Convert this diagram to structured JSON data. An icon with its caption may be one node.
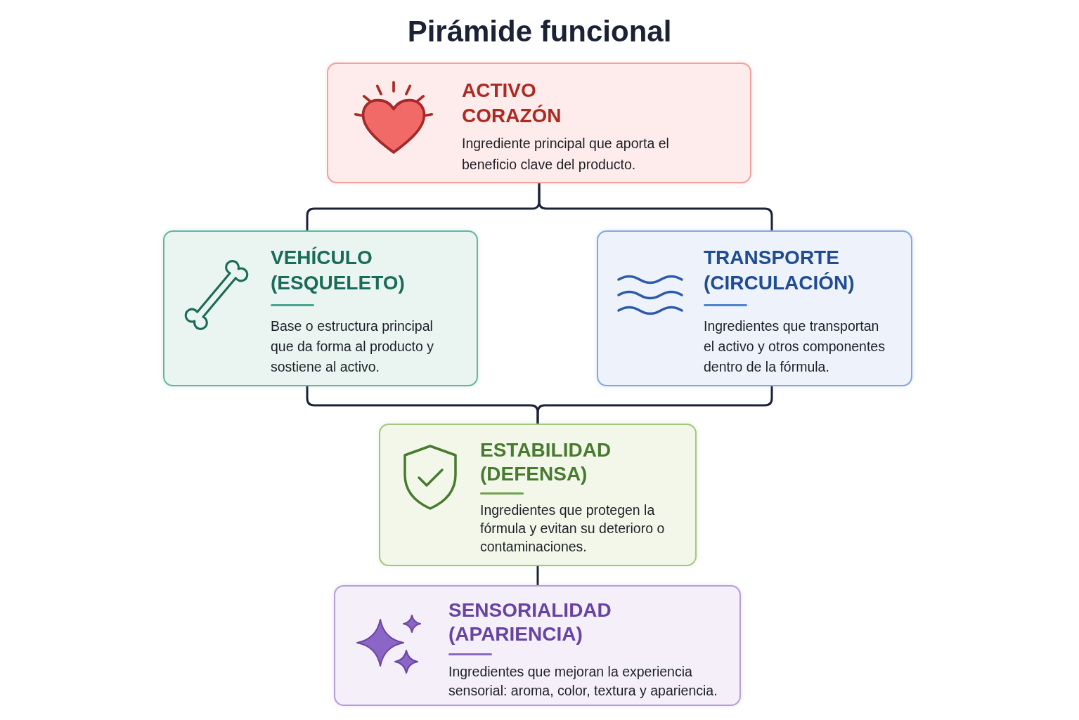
{
  "diagram": {
    "title": "Pirámide funcional",
    "nodes": [
      {
        "text": [
          "ACTIVO CORAZÓN",
          "Ingrediente principal que aporta el beneficio clave del producto."
        ]
      },
      {
        "text": [
          "VEHÍCULO (ESQUELETO)",
          "Base o estructura principal que da forma al producto y sostiene al activo."
        ]
      },
      {
        "text": [
          "TRANSPORTE (CIRCULACIÓN)",
          "Ingredientes que transportan el activo y otros componentes dentro de la fórmula."
        ]
      },
      {
        "text": [
          "ESTABILIDAD (DEFENSA)",
          "Ingredientes que protegen la fórmula y evitan su deterioro o contaminaciones."
        ]
      },
      {
        "text": [
          "SENSORIALIDAD (APARIENCIA)",
          "Ingredientes que mejoran la experiencia sensorial: aroma, color, textura y apariencia."
        ]
      }
    ],
    "edges": [
      {
        "from": 0,
        "to": 1,
        "arrow": "none"
      },
      {
        "from": 0,
        "to": 2,
        "arrow": "none"
      },
      {
        "from": 1,
        "to": 3,
        "arrow": "none"
      },
      {
        "from": 2,
        "to": 3,
        "arrow": "none"
      },
      {
        "from": 3,
        "to": 4,
        "arrow": "none"
      }
    ]
  }
}
